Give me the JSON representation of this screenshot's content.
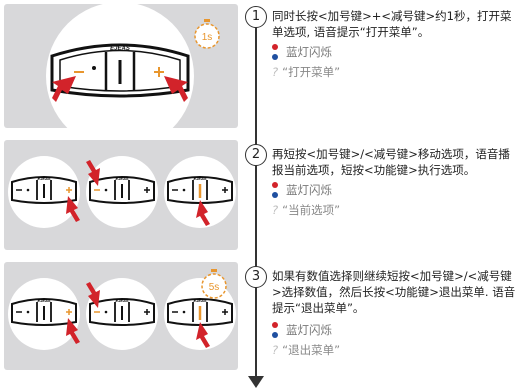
{
  "steps": [
    {
      "number": "1",
      "instruction": "同时长按<加号键>+<减号键>约1秒，打开菜单选项, 语音提示“打开菜单”。",
      "status": "蓝灯闪烁",
      "voice": "“打开菜单”",
      "timer": "1s"
    },
    {
      "number": "2",
      "instruction": "再短按<加号键>/<减号键>移动选项，语音播报当前选项，短按<功能键>执行选项。",
      "status": "蓝灯闪烁",
      "voice": "“当前选项”"
    },
    {
      "number": "3",
      "instruction": "如果有数值选择则继续短按<加号键>/<减号键>选择数值，然后长按<功能键>退出菜单. 语音提示“退出菜单”。",
      "status": "蓝灯闪烁",
      "voice": "“退出菜单”",
      "timer": "5s"
    }
  ],
  "device": {
    "brand": "EJEAS",
    "minus": "-",
    "plus": "+"
  },
  "colors": {
    "panel": "#d8d8da",
    "arrow": "#d2232a",
    "timer": "#e8962e",
    "led_red": "#d2232a",
    "led_blue": "#1f4fa0"
  }
}
